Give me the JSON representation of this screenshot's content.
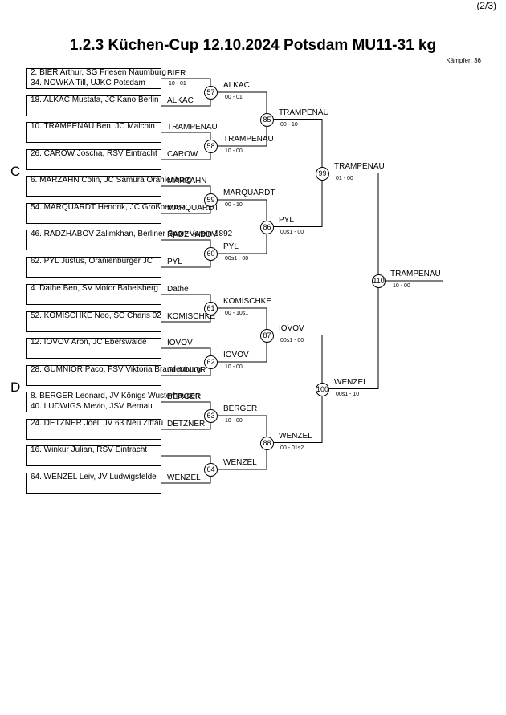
{
  "page_number": "(2/3)",
  "title": "1.2.3 Küchen-Cup  12.10.2024  Potsdam   MU11-31 kg",
  "fighters_count": "Kämpfer: 36",
  "pools": [
    "C",
    "D"
  ],
  "entries": [
    "2. BIER Arthur, SG Friesen Naumburg",
    "34. NOWKA Till, UJKC Potsdam",
    "18. ALKAC Mustafa, JC Kano Berlin",
    "",
    "10. TRAMPENAU Ben, JC Malchin",
    "",
    "26. CAROW Joscha, RSV Eintracht",
    "",
    "6. MARZAHN Colin, JC Samura Oranienburg",
    "",
    "54. MARQUARDT Hendrik, JC Großbeeren",
    "",
    "46. RADZHABOV Zalimkhan, Berliner Sport-Verein 1892",
    "",
    "62. PYL Justus, Oranienburger JC",
    "",
    "4. Dathe Ben, SV Motor Babelsberg",
    "",
    "52. KOMISCHKE Neo, SC Charis 02",
    "",
    "12. IOVOV Aron, JC Eberswalde",
    "",
    "28. GUMNIOR Paco, FSV Viktoria Brandenburg",
    "",
    "8. BERGER Leonard, JV Königs Wusterhausen",
    "40. LUDWIGS Mevio, JSV Bernau",
    "24. DETZNER Joel, JV 63 Neu Zittau",
    "",
    "16. Winkur Julian, RSV Eintracht",
    "",
    "64. WENZEL Leiv, JV Ludwigsfelde",
    ""
  ],
  "round1_winners": [
    "BIER",
    "ALKAC",
    "TRAMPENAU",
    "CAROW",
    "MARZAHN",
    "MARQUARDT",
    "RADZHABOV",
    "PYL",
    "Dathe",
    "KOMISCHKE",
    "IOVOV",
    "GUMNIOR",
    "BERGER",
    "DETZNER",
    "",
    "WENZEL"
  ],
  "round1_scores": [
    "10 - 01"
  ],
  "round2": [
    {
      "match": "57",
      "winner": "ALKAC",
      "score": "00 - 01"
    },
    {
      "match": "58",
      "winner": "TRAMPENAU",
      "score": "10 - 00"
    },
    {
      "match": "59",
      "winner": "MARQUARDT",
      "score": "00 - 10"
    },
    {
      "match": "60",
      "winner": "PYL",
      "score": "00s1 - 00"
    },
    {
      "match": "61",
      "winner": "KOMISCHKE",
      "score": "00 - 10s1"
    },
    {
      "match": "62",
      "winner": "IOVOV",
      "score": "10 - 00"
    },
    {
      "match": "63",
      "winner": "BERGER",
      "score": "10 - 00"
    },
    {
      "match": "64",
      "winner": "WENZEL",
      "score": ""
    }
  ],
  "round3": [
    {
      "match": "85",
      "winner": "TRAMPENAU",
      "score": "00 - 10"
    },
    {
      "match": "86",
      "winner": "PYL",
      "score": "00s1 - 00"
    },
    {
      "match": "87",
      "winner": "IOVOV",
      "score": "00s1 - 00"
    },
    {
      "match": "88",
      "winner": "WENZEL",
      "score": "00 - 01s2"
    }
  ],
  "round4": [
    {
      "match": "99",
      "winner": "TRAMPENAU",
      "score": "01 - 00"
    },
    {
      "match": "100",
      "winner": "WENZEL",
      "score": "00s1 - 10"
    }
  ],
  "final": {
    "match": "110",
    "winner": "TRAMPENAU",
    "score": "10 - 00"
  }
}
